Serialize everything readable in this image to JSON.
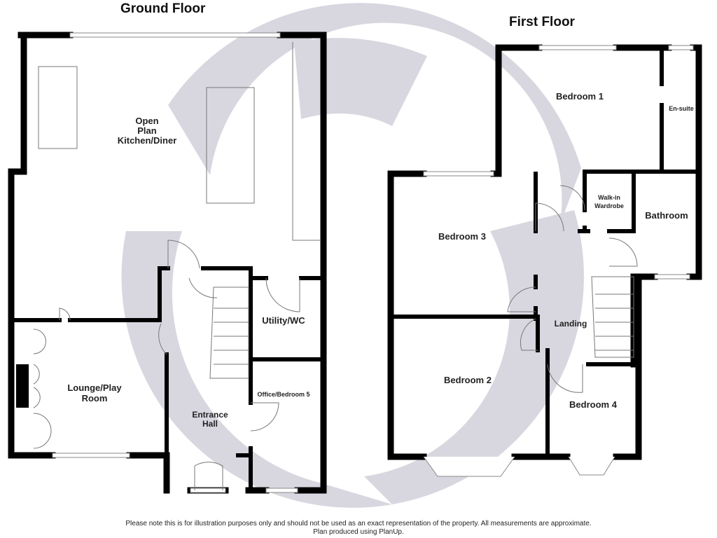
{
  "titles": {
    "ground": "Ground Floor",
    "first": "First Floor"
  },
  "ground_rooms": {
    "kitchen": [
      "Open",
      "Plan",
      "Kitchen/Diner"
    ],
    "lounge": [
      "Lounge/Play",
      "Room"
    ],
    "utility": "Utility/WC",
    "office": "Office/Bedroom 5",
    "hall": [
      "Entrance",
      "Hall"
    ]
  },
  "first_rooms": {
    "bedroom1": "Bedroom 1",
    "ensuite": "En-suite",
    "walkin": [
      "Walk-in",
      "Wardrobe"
    ],
    "bathroom": "Bathroom",
    "bedroom3": "Bedroom 3",
    "landing": "Landing",
    "bedroom2": "Bedroom 2",
    "bedroom4": "Bedroom 4"
  },
  "footer": {
    "line1": "Please note this is for illustration purposes only and should not be used as an exact representation of the property. All measurements are approximate.",
    "line2": "Plan produced using PlanUp."
  },
  "colors": {
    "watermark": "#d8d7e0",
    "walls": "#000000"
  }
}
